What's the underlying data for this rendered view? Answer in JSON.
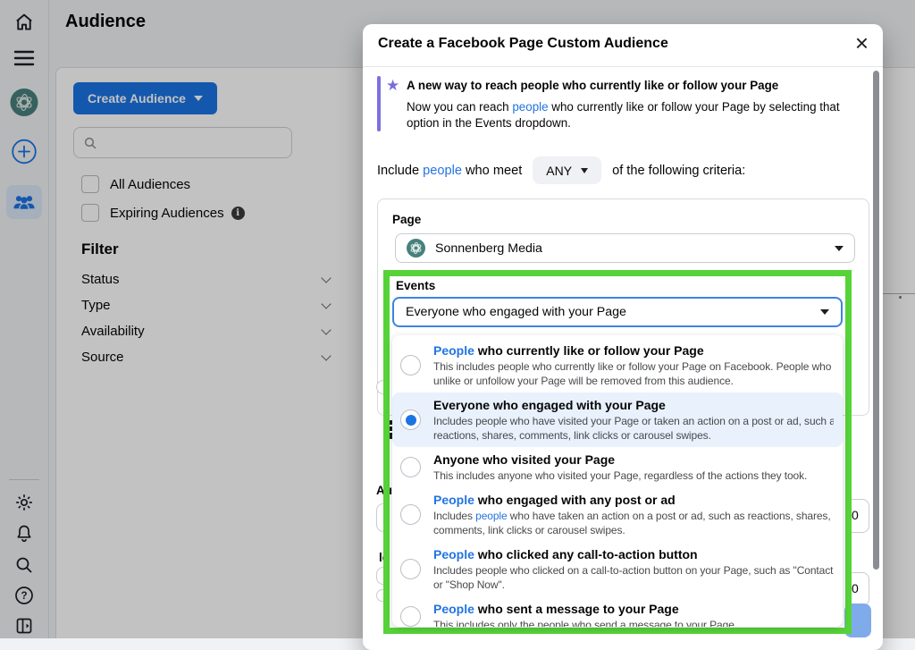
{
  "colors": {
    "accent_blue": "#1b74e4",
    "link_blue": "#2374e1",
    "annotation_green": "#55d338",
    "notice_purple": "#7a6fe4",
    "selected_row_bg": "#e8f1fc"
  },
  "sidebar": {
    "icons": [
      "home-icon",
      "menu-icon",
      "avatar",
      "compose-plus-icon",
      "audiences-icon",
      "settings-gear-icon",
      "notifications-bell-icon",
      "search-icon",
      "help-icon",
      "collapse-panel-icon"
    ]
  },
  "page": {
    "title": "Audience",
    "create_button": "Create Audience",
    "search_placeholder": "",
    "checkboxes": {
      "all": "All Audiences",
      "expiring": "Expiring Audiences"
    },
    "filter_title": "Filter",
    "filters": [
      "Status",
      "Type",
      "Availability",
      "Source"
    ]
  },
  "modal": {
    "title": "Create a Facebook Page Custom Audience",
    "close_label": "×",
    "notice": {
      "heading": "A new way to reach people who currently like or follow your Page",
      "star_icon": "★",
      "body_lines": [
        [
          {
            "t": "Now you can reach "
          },
          {
            "t": "people",
            "link": true
          },
          {
            "t": " who currently like or follow your Page by selecting that"
          }
        ],
        [
          {
            "t": "option in the Events dropdown."
          }
        ]
      ]
    },
    "include": {
      "pre": [
        {
          "t": "Include "
        },
        {
          "t": "people",
          "link": true
        },
        {
          "t": " who meet"
        }
      ],
      "any_value": "ANY",
      "post": "of the following criteria:"
    },
    "page_section": {
      "label": "Page",
      "value": "Sonnenberg Media"
    },
    "events_section": {
      "label": "Events",
      "value": "Everyone who engaged with your Page"
    },
    "options": [
      {
        "selected": false,
        "title": [
          {
            "t": "People",
            "link": true
          },
          {
            "t": " who currently like or follow your Page"
          }
        ],
        "desc": [
          [
            {
              "t": "This includes people who currently like or follow your Page on Facebook. People who"
            }
          ],
          [
            {
              "t": "unlike or unfollow your Page will be removed from this audience."
            }
          ]
        ]
      },
      {
        "selected": true,
        "title": [
          {
            "t": "Everyone who engaged with your Page"
          }
        ],
        "desc": [
          [
            {
              "t": "Includes people who have visited your Page or taken an action on a post or ad, such as"
            }
          ],
          [
            {
              "t": "reactions, shares, comments, link clicks or carousel swipes."
            }
          ]
        ]
      },
      {
        "selected": false,
        "title": [
          {
            "t": "Anyone who visited your Page"
          }
        ],
        "desc": [
          [
            {
              "t": "This includes anyone who visited your Page, regardless of the actions they took."
            }
          ]
        ]
      },
      {
        "selected": false,
        "title": [
          {
            "t": "People",
            "link": true
          },
          {
            "t": " who engaged with any post or ad"
          }
        ],
        "desc": [
          [
            {
              "t": "Includes "
            },
            {
              "t": "people",
              "link": true
            },
            {
              "t": " who have taken an action on a post or ad, such as reactions, shares,"
            }
          ],
          [
            {
              "t": "comments, link clicks or carousel swipes."
            }
          ]
        ]
      },
      {
        "selected": false,
        "title": [
          {
            "t": "People",
            "link": true
          },
          {
            "t": " who clicked any call-to-action button"
          }
        ],
        "desc": [
          [
            {
              "t": "Includes people who clicked on a call-to-action button on your Page, such as \"Contact Us\""
            }
          ],
          [
            {
              "t": "or \"Shop Now\"."
            }
          ]
        ]
      },
      {
        "selected": false,
        "title": [
          {
            "t": "People",
            "link": true
          },
          {
            "t": " who sent a message to your Page"
          }
        ],
        "desc": [
          [
            {
              "t": "This includes only the people who send a message to your Page."
            }
          ]
        ]
      }
    ],
    "hidden_fragments": {
      "left_label_1": "Au",
      "left_label_2": "le",
      "left_paren": "(",
      "right_value_1": "0",
      "right_value_2": "0"
    }
  }
}
